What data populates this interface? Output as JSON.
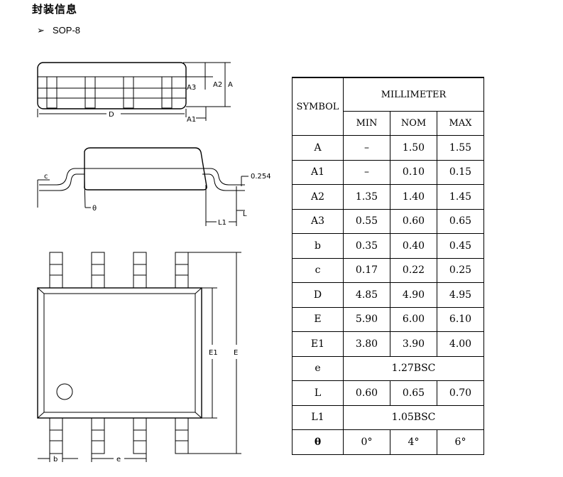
{
  "header": {
    "title": "封装信息",
    "bullet_mark": "➢",
    "package": "SOP-8"
  },
  "drawing_labels": {
    "A3": "A3",
    "A2": "A2",
    "A": "A",
    "D": "D",
    "A1": "A1",
    "c": "c",
    "gauge": "0.254",
    "theta": "θ",
    "L": "L",
    "L1": "L1",
    "E1": "E1",
    "E": "E",
    "b": "b",
    "e": "e"
  },
  "table": {
    "symbol_header": "SYMBOL",
    "unit_header": "MILLIMETER",
    "min_header": "MIN",
    "nom_header": "NOM",
    "max_header": "MAX",
    "rows": [
      {
        "symbol": "A",
        "min": "–",
        "nom": "1.50",
        "max": "1.55"
      },
      {
        "symbol": "A1",
        "min": "–",
        "nom": "0.10",
        "max": "0.15"
      },
      {
        "symbol": "A2",
        "min": "1.35",
        "nom": "1.40",
        "max": "1.45"
      },
      {
        "symbol": "A3",
        "min": "0.55",
        "nom": "0.60",
        "max": "0.65"
      },
      {
        "symbol": "b",
        "min": "0.35",
        "nom": "0.40",
        "max": "0.45"
      },
      {
        "symbol": "c",
        "min": "0.17",
        "nom": "0.22",
        "max": "0.25"
      },
      {
        "symbol": "D",
        "min": "4.85",
        "nom": "4.90",
        "max": "4.95"
      },
      {
        "symbol": "E",
        "min": "5.90",
        "nom": "6.00",
        "max": "6.10"
      },
      {
        "symbol": "E1",
        "min": "3.80",
        "nom": "3.90",
        "max": "4.00"
      },
      {
        "symbol": "e",
        "span": "1.27BSC"
      },
      {
        "symbol": "L",
        "min": "0.60",
        "nom": "0.65",
        "max": "0.70"
      },
      {
        "symbol": "L1",
        "span": "1.05BSC"
      },
      {
        "symbol": "θ",
        "min": "0°",
        "nom": "4°",
        "max": "6°"
      }
    ]
  }
}
